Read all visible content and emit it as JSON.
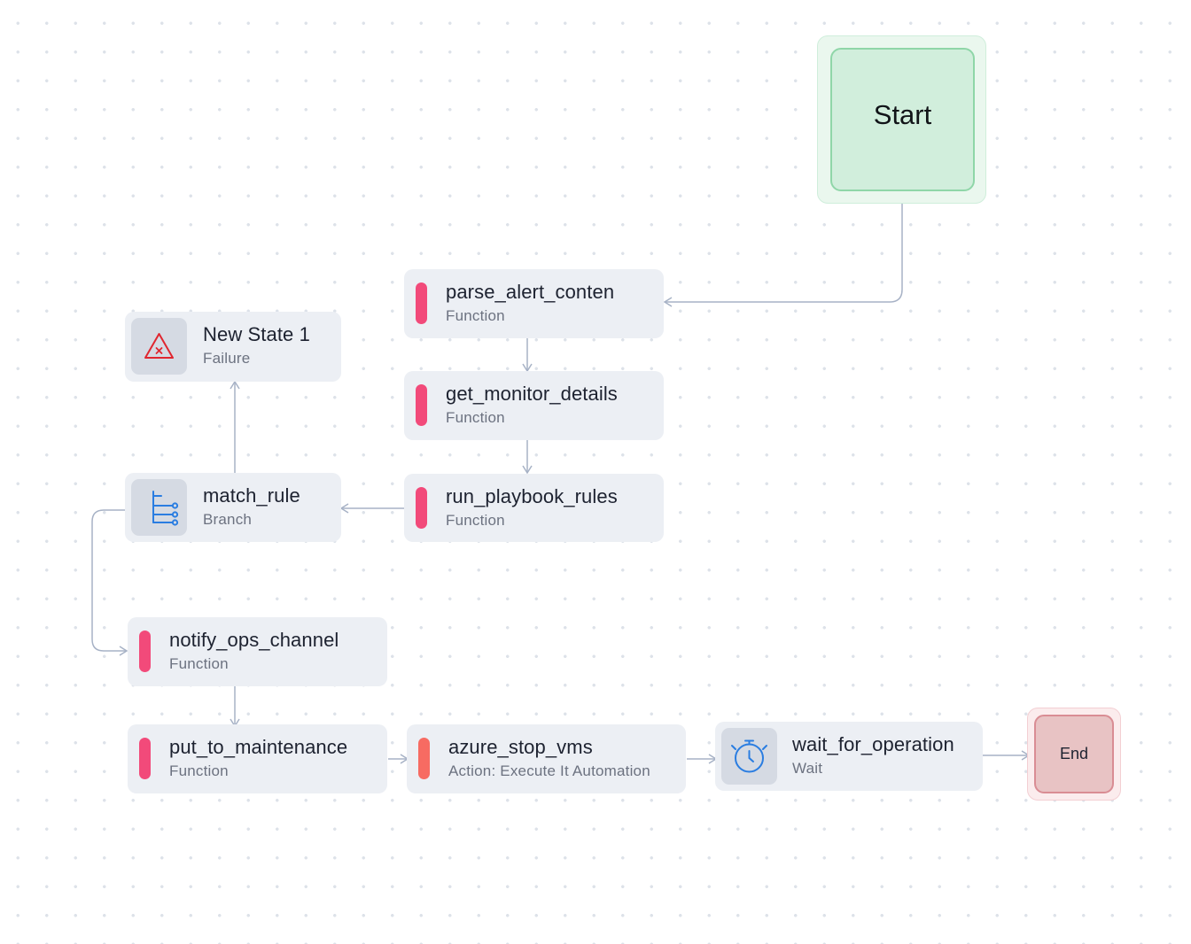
{
  "start": {
    "label": "Start"
  },
  "end": {
    "label": "End"
  },
  "nodes": {
    "parse_alert": {
      "title": "parse_alert_conten",
      "type": "Function"
    },
    "get_monitor": {
      "title": "get_monitor_details",
      "type": "Function"
    },
    "run_playbook": {
      "title": "run_playbook_rules",
      "type": "Function"
    },
    "match_rule": {
      "title": "match_rule",
      "type": "Branch",
      "icon": "branch-icon"
    },
    "new_state": {
      "title": "New State 1",
      "type": "Failure",
      "icon": "failure-warning-icon"
    },
    "notify_ops": {
      "title": "notify_ops_channel",
      "type": "Function"
    },
    "put_maint": {
      "title": "put_to_maintenance",
      "type": "Function"
    },
    "azure_stop": {
      "title": "azure_stop_vms",
      "type": "Action: Execute It Automation"
    },
    "wait_op": {
      "title": "wait_for_operation",
      "type": "Wait",
      "icon": "stopwatch-icon"
    }
  },
  "colors": {
    "function_bar": "#f24a7a",
    "action_bar": "#f76b62",
    "edge": "#a7b2c6",
    "node_bg": "#eceff4",
    "start_fill": "#d1eedc",
    "end_fill": "#e8c3c4"
  }
}
